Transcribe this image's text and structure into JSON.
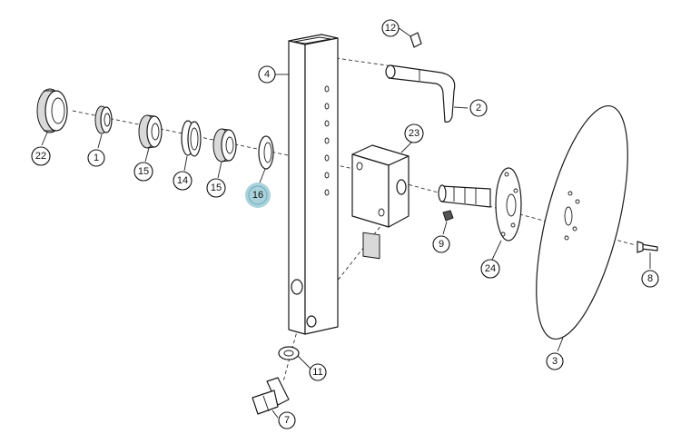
{
  "diagram": {
    "callouts": [
      {
        "id": "12",
        "label": "12"
      },
      {
        "id": "4",
        "label": "4"
      },
      {
        "id": "2",
        "label": "2"
      },
      {
        "id": "22",
        "label": "22"
      },
      {
        "id": "1",
        "label": "1"
      },
      {
        "id": "15a",
        "label": "15"
      },
      {
        "id": "14",
        "label": "14"
      },
      {
        "id": "15b",
        "label": "15"
      },
      {
        "id": "16",
        "label": "16",
        "highlighted": true
      },
      {
        "id": "23",
        "label": "23"
      },
      {
        "id": "9",
        "label": "9"
      },
      {
        "id": "24",
        "label": "24"
      },
      {
        "id": "8",
        "label": "8"
      },
      {
        "id": "3",
        "label": "3"
      },
      {
        "id": "11",
        "label": "11"
      },
      {
        "id": "7",
        "label": "7"
      }
    ],
    "colors": {
      "highlight": "#a9d3dc",
      "line": "#1a1a1a",
      "background": "#ffffff"
    }
  }
}
